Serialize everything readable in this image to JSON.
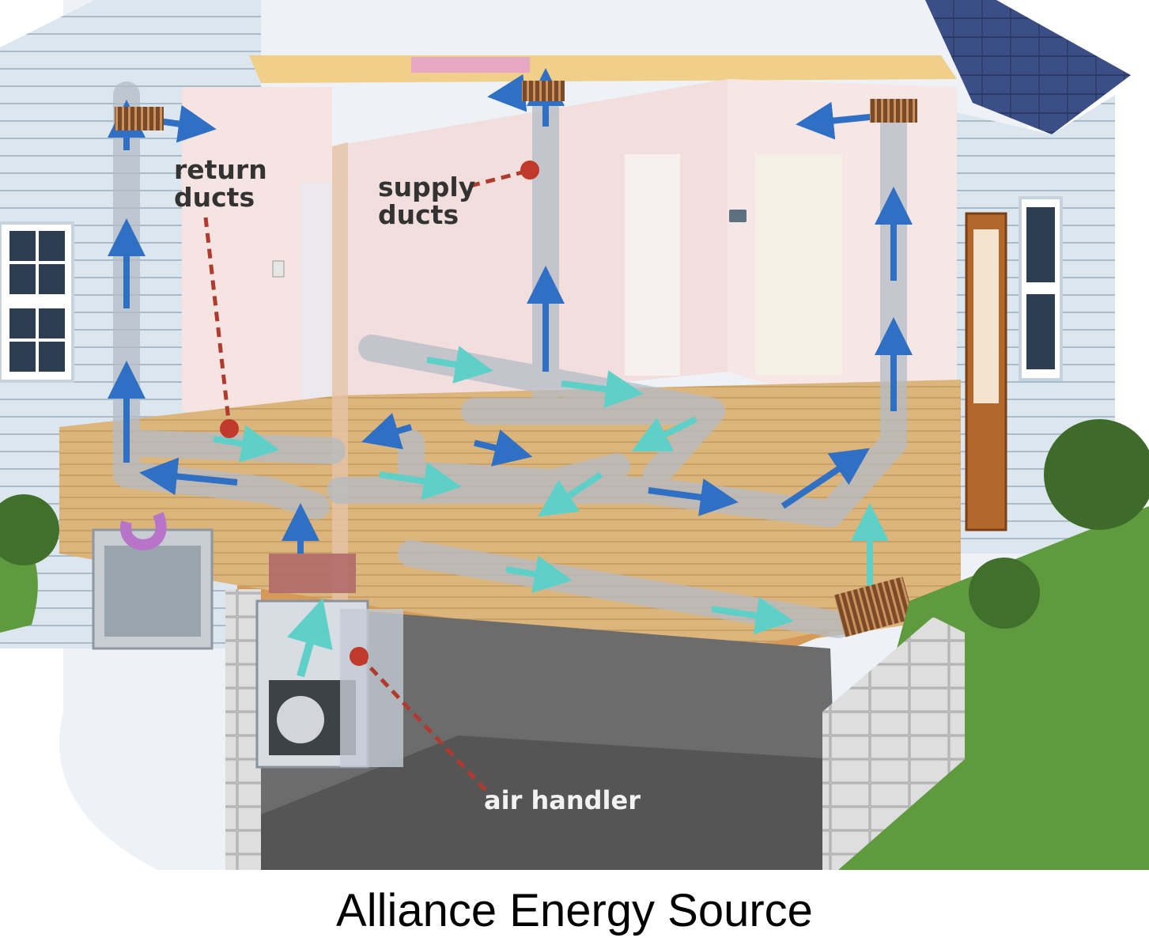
{
  "callouts": {
    "return_ducts": "return\nducts",
    "supply_ducts": "supply\nducts",
    "air_handler": "air handler"
  },
  "caption": "Alliance Energy Source",
  "colors": {
    "callout_text": "#333333",
    "callout_text_light": "#f2f2f2",
    "leader_line": "#b03a2e",
    "leader_dot": "#c0392b",
    "supply_arrow": "#2f6fc4",
    "return_arrow": "#5fd0c8",
    "floor": "#d9b178",
    "wall": "#f3e3e3",
    "siding": "#dbe6ee",
    "roof": "#3b4f86",
    "lawn": "#5f9a3e",
    "basement": "#6c6c6c"
  }
}
